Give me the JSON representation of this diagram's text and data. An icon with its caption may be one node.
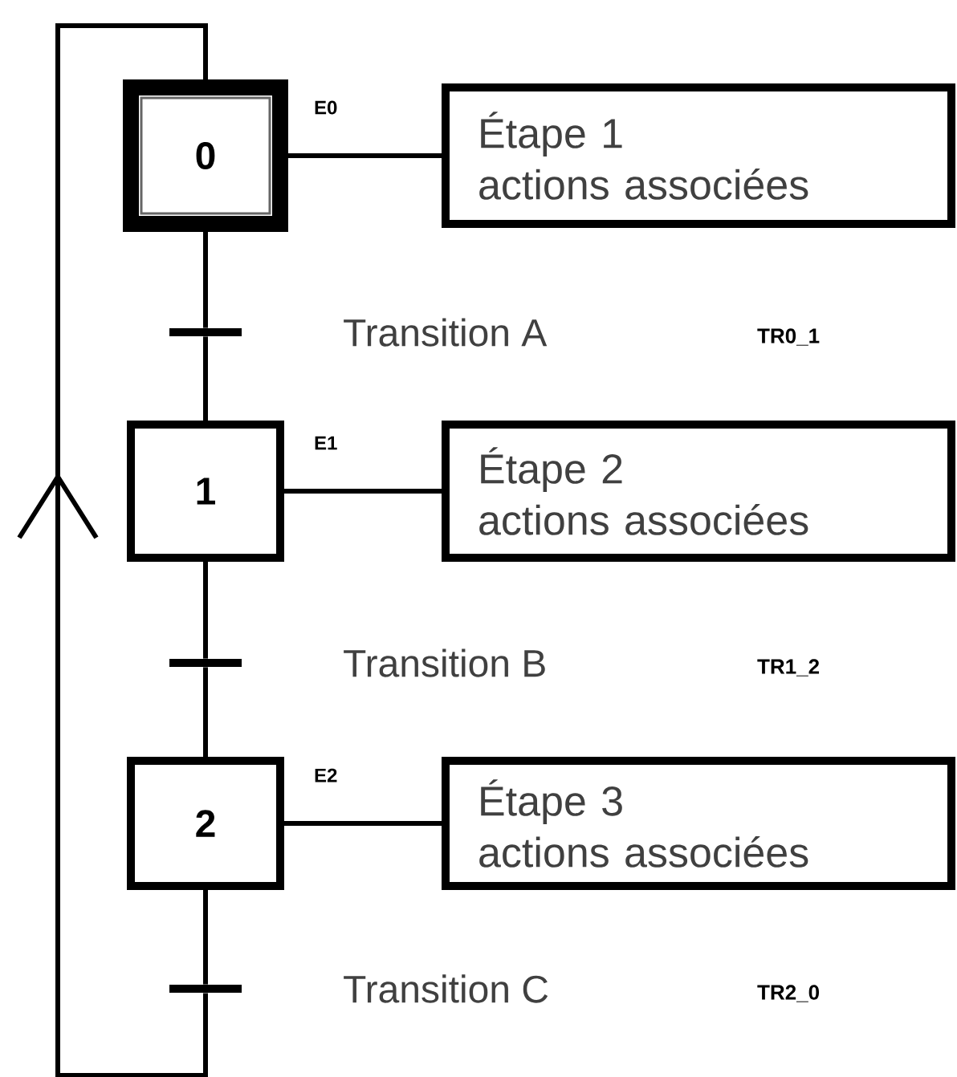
{
  "diagram": {
    "nodes": [
      {
        "text": [
          "0"
        ],
        "beside": [
          "E0"
        ]
      },
      {
        "text": [
          "Étape 1",
          "actions associées"
        ]
      },
      {
        "text": [],
        "shape": "bar",
        "beside": [
          "Transition A"
        ]
      },
      {
        "text": [
          "1"
        ],
        "beside": [
          "E1"
        ]
      },
      {
        "text": [
          "Étape 2",
          "actions associées"
        ]
      },
      {
        "text": [],
        "shape": "bar",
        "beside": [
          "Transition B"
        ]
      },
      {
        "text": [
          "2"
        ],
        "beside": [
          "E2"
        ]
      },
      {
        "text": [
          "Étape 3",
          "actions associées"
        ]
      },
      {
        "text": [],
        "shape": "bar",
        "beside": [
          "Transition C"
        ]
      }
    ],
    "edges": [
      {
        "from": 0,
        "to": 1,
        "arrow": "none"
      },
      {
        "from": 0,
        "to": 2,
        "arrow": "none"
      },
      {
        "from": 2,
        "to": 3,
        "arrow": "none"
      },
      {
        "from": 3,
        "to": 4,
        "arrow": "none"
      },
      {
        "from": 3,
        "to": 5,
        "arrow": "none"
      },
      {
        "from": 5,
        "to": 6,
        "arrow": "none"
      },
      {
        "from": 6,
        "to": 7,
        "arrow": "none"
      },
      {
        "from": 6,
        "to": 8,
        "arrow": "none"
      },
      {
        "from": 8,
        "to": 0,
        "arrow": "to"
      }
    ],
    "labels": [
      "TR0_1",
      "TR1_2",
      "TR2_0"
    ]
  }
}
